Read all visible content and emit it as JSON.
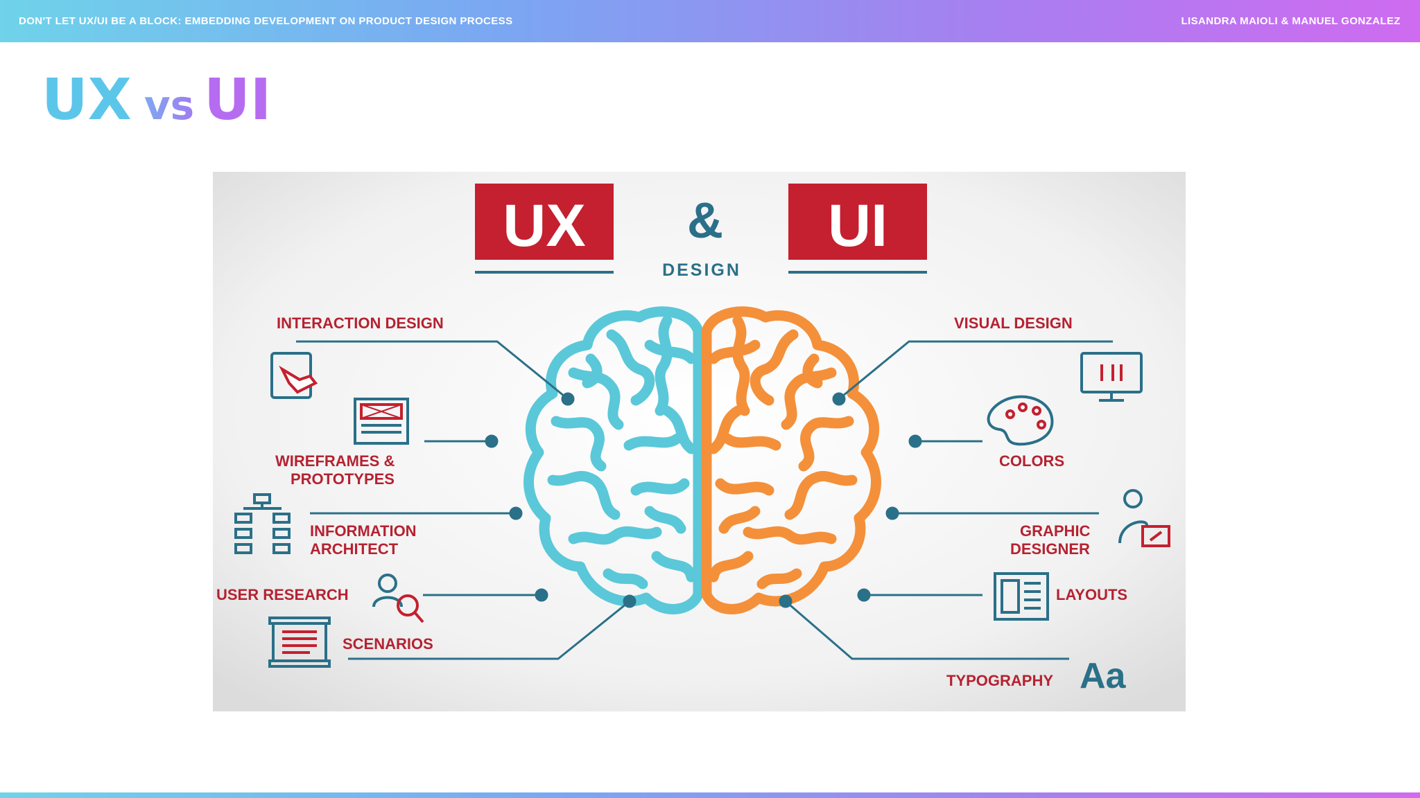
{
  "header": {
    "talk_title": "DON'T LET UX/UI BE A BLOCK: EMBEDDING DEVELOPMENT ON PRODUCT DESIGN PROCESS",
    "authors": "LISANDRA MAIOLI & MANUEL GONZALEZ"
  },
  "slide": {
    "title_ux": "UX",
    "title_vs": "vs",
    "title_ui": "UI"
  },
  "infographic": {
    "ux_box": "UX",
    "ampersand": "&",
    "ui_box": "UI",
    "design": "DESIGN",
    "ux_labels": {
      "interaction_design": "INTERACTION DESIGN",
      "wireframes_1": "WIREFRAMES &",
      "wireframes_2": "PROTOTYPES",
      "information_1": "INFORMATION",
      "information_2": "ARCHITECT",
      "user_research": "USER RESEARCH",
      "scenarios": "SCENARIOS"
    },
    "ui_labels": {
      "visual_design": "VISUAL DESIGN",
      "colors": "COLORS",
      "graphic_1": "GRAPHIC",
      "graphic_2": "DESIGNER",
      "layouts": "LAYOUTS",
      "typography": "TYPOGRAPHY",
      "typography_glyph": "Aa"
    },
    "colors": {
      "red": "#c4202f",
      "teal": "#2a7088",
      "left_brain": "#5ac8d8",
      "right_brain": "#f4903a",
      "label_red": "#b52231"
    }
  }
}
